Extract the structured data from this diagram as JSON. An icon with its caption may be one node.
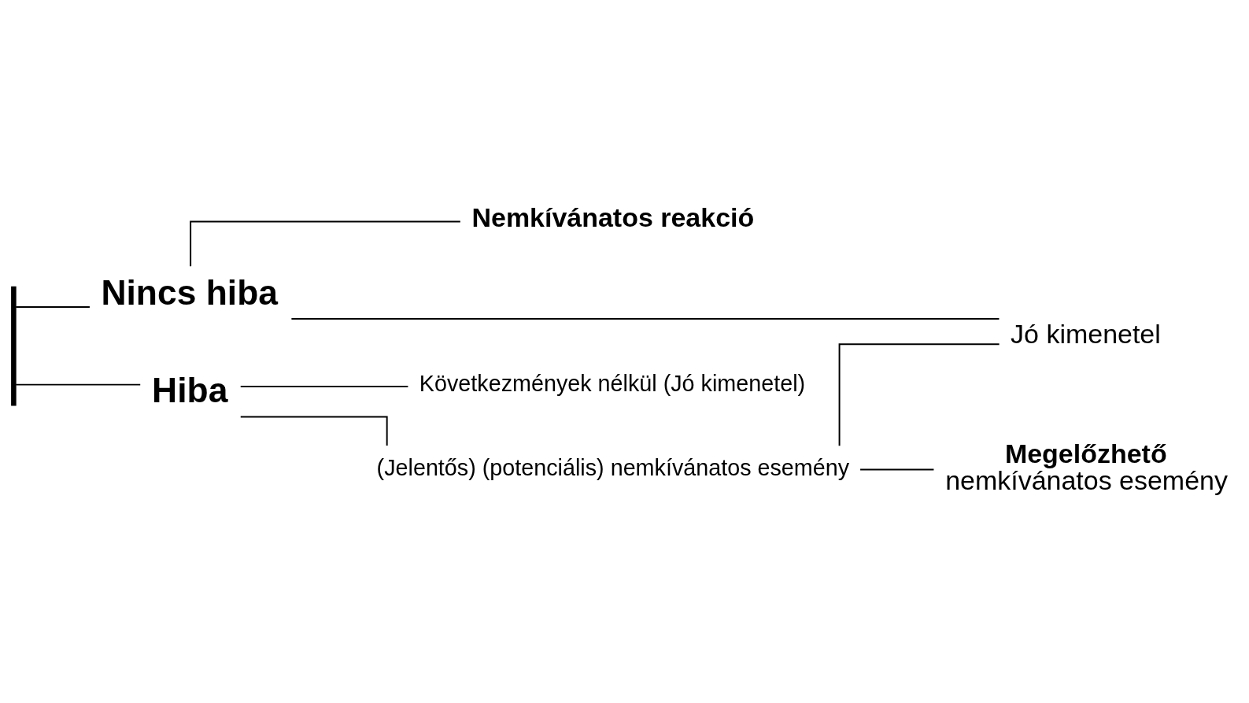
{
  "diagram": {
    "nodes": [
      {
        "text": [],
        "shape": "bar"
      },
      {
        "text": [
          "Nincs hiba"
        ]
      },
      {
        "text": [
          "Hiba"
        ]
      },
      {
        "text": [
          "Nemkívánatos reakció"
        ]
      },
      {
        "text": [
          "Jó kimenetel"
        ]
      },
      {
        "text": [
          "Következmények nélkül (Jó kimenetel)"
        ]
      },
      {
        "text": [
          "(Jelentős) (potenciális) nemkívánatos esemény"
        ]
      },
      {
        "text": [
          "Megelőzhető",
          "nemkívánatos esemény"
        ]
      }
    ],
    "edges": [
      {
        "from": 0,
        "to": 1,
        "arrow": "none"
      },
      {
        "from": 0,
        "to": 2,
        "arrow": "none"
      },
      {
        "from": 1,
        "to": 3,
        "arrow": "none"
      },
      {
        "from": 1,
        "to": 4,
        "arrow": "none"
      },
      {
        "from": 2,
        "to": 5,
        "arrow": "none"
      },
      {
        "from": 2,
        "to": 6,
        "arrow": "none"
      },
      {
        "from": 6,
        "to": 4,
        "arrow": "none"
      },
      {
        "from": 6,
        "to": 7,
        "arrow": "none"
      }
    ]
  }
}
